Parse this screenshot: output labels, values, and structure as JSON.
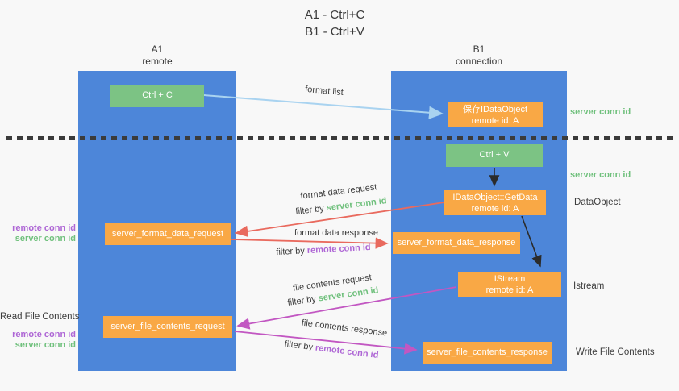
{
  "title": {
    "line1": "A1 - Ctrl+C",
    "line2": "B1 - Ctrl+V"
  },
  "lifelines": {
    "a1": {
      "name": "A1",
      "role": "remote"
    },
    "b1": {
      "name": "B1",
      "role": "connection"
    }
  },
  "boxes": {
    "ctrl_c": {
      "label": "Ctrl + C"
    },
    "ctrl_v": {
      "label": "Ctrl + V"
    },
    "save_dataobject": {
      "line1": "保存IDataObject",
      "line2": "remote id: A"
    },
    "getdata": {
      "line1": "IDataObject::GetData",
      "line2": "remote id: A"
    },
    "istream": {
      "line1": "IStream",
      "line2": "remote id: A"
    },
    "server_format_data_request": {
      "label": "server_format_data_request"
    },
    "server_format_data_response": {
      "label": "server_format_data_response"
    },
    "server_file_contents_request": {
      "label": "server_file_contents_request"
    },
    "server_file_contents_response": {
      "label": "server_file_contents_response"
    }
  },
  "arrows": {
    "format_list": {
      "label": "format list"
    },
    "format_data_request": {
      "label": "format data request",
      "filter_prefix": "filter by ",
      "filter_key": "server conn id"
    },
    "format_data_response": {
      "label": "format data response",
      "filter_prefix": "filter by ",
      "filter_key": "remote conn id"
    },
    "file_contents_request": {
      "label": "file contents request",
      "filter_prefix": "filter by ",
      "filter_key": "server conn id"
    },
    "file_contents_response": {
      "label": "file contents response",
      "filter_prefix": "filter by ",
      "filter_key": "remote conn id"
    }
  },
  "side_labels": {
    "server_conn_id": "server conn id",
    "remote_conn_id": "remote conn id",
    "dataobject": "DataObject",
    "istream": "Istream",
    "read_file_contents": "Read File Contents",
    "write_file_contents": "Write File Contents"
  },
  "colors": {
    "lifeline_blue": "#4d86d9",
    "box_green": "#7cc384",
    "box_orange": "#f9a845",
    "arrow_light_blue": "#a9d3f0",
    "arrow_salmon": "#e96a5e",
    "arrow_magenta": "#c257c2",
    "arrow_black": "#2b2b2b",
    "text_green": "#6fc07c",
    "text_purple": "#ae66d5",
    "text_dark": "#3d3d3d",
    "background": "#f8f8f8"
  }
}
